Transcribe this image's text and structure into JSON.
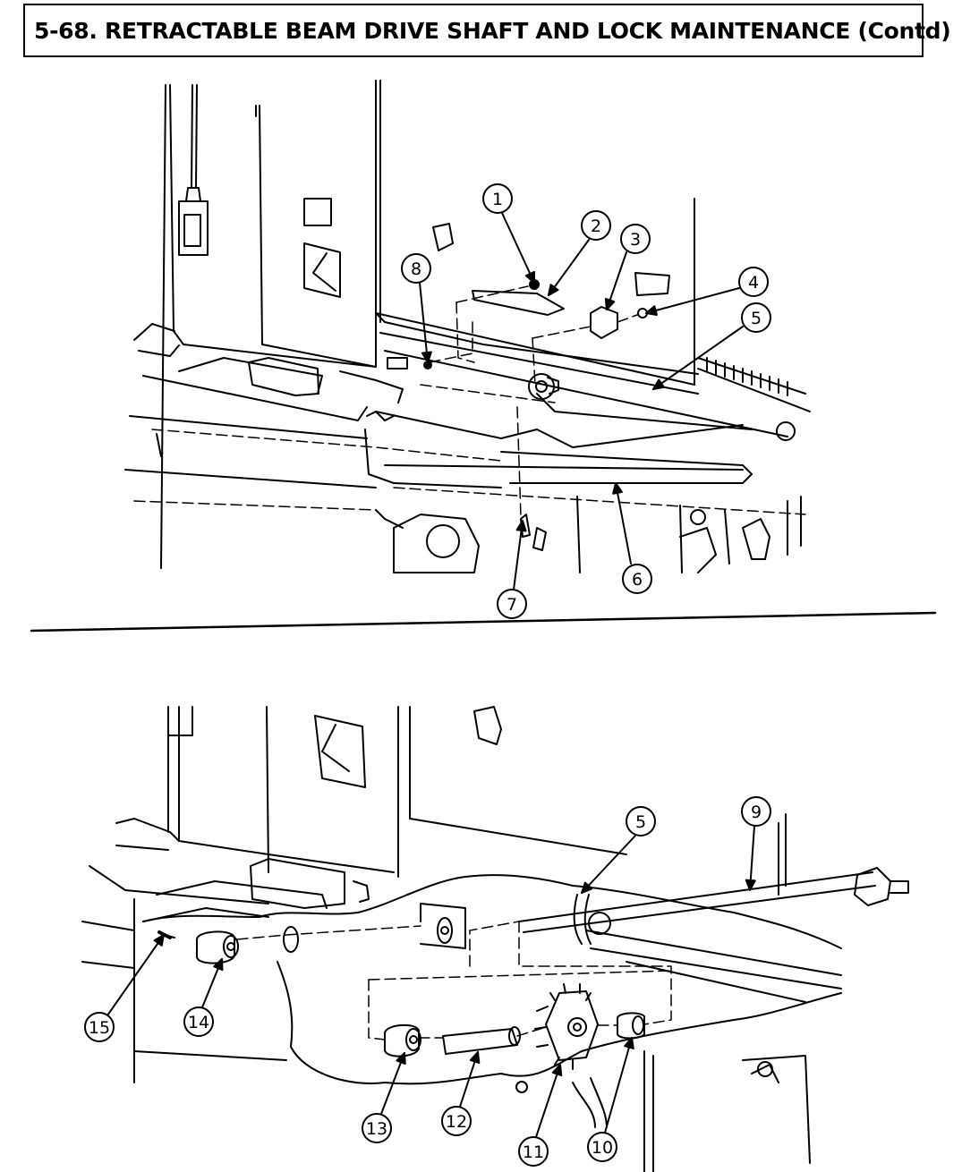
{
  "header": {
    "title": "5-68.  RETRACTABLE BEAM DRIVE SHAFT AND LOCK MAINTENANCE (Contd)"
  },
  "callouts_top": [
    "1",
    "2",
    "3",
    "4",
    "5",
    "6",
    "7",
    "8"
  ],
  "callouts_bottom": [
    "5",
    "9",
    "10",
    "11",
    "12",
    "13",
    "14",
    "15"
  ]
}
